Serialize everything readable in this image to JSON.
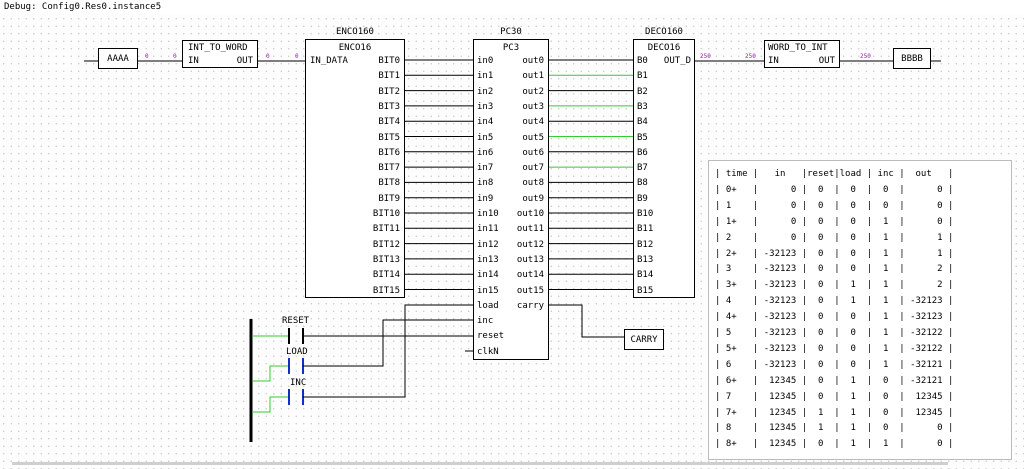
{
  "window": {
    "title": "Debug: Config0.Res0.instance5"
  },
  "inputs": {
    "aaaa": "AAAA"
  },
  "outputs": {
    "bbbb": "BBBB",
    "carry": "CARRY"
  },
  "int_to_word": {
    "type": "INT_TO_WORD",
    "in": "IN",
    "out": "OUT",
    "in_value": "0",
    "out_value": "0"
  },
  "enc": {
    "instance": "ENCO160",
    "type": "ENCO16",
    "in_data": "IN_DATA",
    "in_value": "0",
    "bits": [
      "BIT0",
      "BIT1",
      "BIT2",
      "BIT3",
      "BIT4",
      "BIT5",
      "BIT6",
      "BIT7",
      "BIT8",
      "BIT9",
      "BIT10",
      "BIT11",
      "BIT12",
      "BIT13",
      "BIT14",
      "BIT15"
    ]
  },
  "pc": {
    "instance": "PC30",
    "type": "PC3",
    "ins": [
      "in0",
      "in1",
      "in2",
      "in3",
      "in4",
      "in5",
      "in6",
      "in7",
      "in8",
      "in9",
      "in10",
      "in11",
      "in12",
      "in13",
      "in14",
      "in15",
      "load",
      "inc",
      "reset",
      "clkN"
    ],
    "outs": [
      "out0",
      "out1",
      "out2",
      "out3",
      "out4",
      "out5",
      "out6",
      "out7",
      "out8",
      "out9",
      "out10",
      "out11",
      "out12",
      "out13",
      "out14",
      "out15",
      "carry"
    ]
  },
  "dec": {
    "instance": "DECO160",
    "type": "DECO16",
    "out": "OUT_D",
    "out_value": "250",
    "bs": [
      "B0",
      "B1",
      "B2",
      "B3",
      "B4",
      "B5",
      "B6",
      "B7",
      "B8",
      "B9",
      "B10",
      "B11",
      "B12",
      "B13",
      "B14",
      "B15"
    ]
  },
  "word_to_int": {
    "type": "WORD_TO_INT",
    "in": "IN",
    "out": "OUT",
    "in_value": "250",
    "out_value": "250"
  },
  "contacts": {
    "reset": "RESET",
    "load": "LOAD",
    "inc": "INC"
  },
  "colors": {
    "energized": "#33cc33",
    "value": "#a020c0",
    "contact": "#1030c0",
    "wire": "#000000"
  },
  "table": {
    "header": "| time |   in   |reset|load | inc |  out   |",
    "rows": [
      "| 0+   |      0 |  0  |  0  |  0  |      0 |",
      "| 1    |      0 |  0  |  0  |  0  |      0 |",
      "| 1+   |      0 |  0  |  0  |  1  |      0 |",
      "| 2    |      0 |  0  |  0  |  1  |      1 |",
      "| 2+   | -32123 |  0  |  0  |  1  |      1 |",
      "| 3    | -32123 |  0  |  0  |  1  |      2 |",
      "| 3+   | -32123 |  0  |  1  |  1  |      2 |",
      "| 4    | -32123 |  0  |  1  |  1  | -32123 |",
      "| 4+   | -32123 |  0  |  0  |  1  | -32123 |",
      "| 5    | -32123 |  0  |  0  |  1  | -32122 |",
      "| 5+   | -32123 |  0  |  0  |  1  | -32122 |",
      "| 6    | -32123 |  0  |  0  |  1  | -32121 |",
      "| 6+   |  12345 |  0  |  1  |  0  | -32121 |",
      "| 7    |  12345 |  0  |  1  |  0  |  12345 |",
      "| 7+   |  12345 |  1  |  1  |  0  |  12345 |",
      "| 8    |  12345 |  1  |  1  |  0  |      0 |",
      "| 8+   |  12345 |  0  |  1  |  1  |      0 |"
    ]
  }
}
